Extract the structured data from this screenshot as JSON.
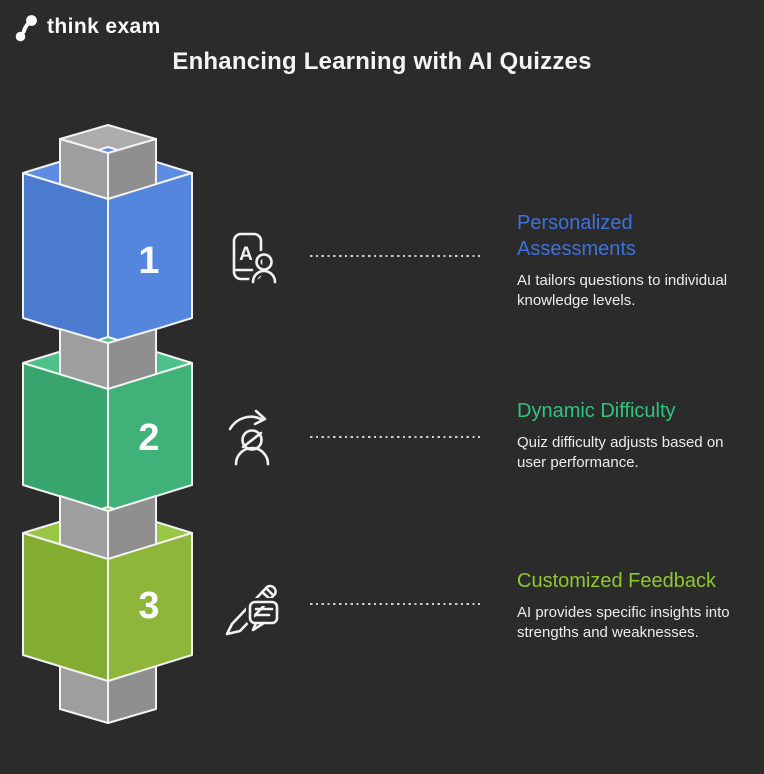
{
  "brand": {
    "name": "think exam",
    "logo_icon": "two-dots-comma-icon"
  },
  "title": "Enhancing Learning with AI Quizzes",
  "colors": {
    "background": "#2b2b2b",
    "pillar_gray": "#9e9e9e",
    "edge_stroke": "#f2f2f2",
    "title_text": "#f4f4f4",
    "body_text": "#ececec",
    "dotted_line": "#cdcdcd"
  },
  "steps": [
    {
      "number": "1",
      "heading": "Personalized Assessments",
      "description": "AI tailors questions to individual knowledge levels.",
      "accent": "#3c72de",
      "icon": "assessment-card-person-icon",
      "cube": {
        "left": "#4a7bce",
        "right": "#5386dc",
        "top": "#5e8ce0"
      }
    },
    {
      "number": "2",
      "heading": "Dynamic Difficulty",
      "description": "Quiz difficulty adjusts based on user performance.",
      "accent": "#2ec47e",
      "icon": "gauge-person-icon",
      "cube": {
        "left": "#38a56f",
        "right": "#41b17a",
        "top": "#4dc189"
      }
    },
    {
      "number": "3",
      "heading": "Customized Feedback",
      "description": "AI provides specific insights into strengths and weaknesses.",
      "accent": "#8ec82f",
      "icon": "pencil-feedback-icon",
      "cube": {
        "left": "#84ac31",
        "right": "#8db63a",
        "top": "#9ac646"
      }
    }
  ]
}
